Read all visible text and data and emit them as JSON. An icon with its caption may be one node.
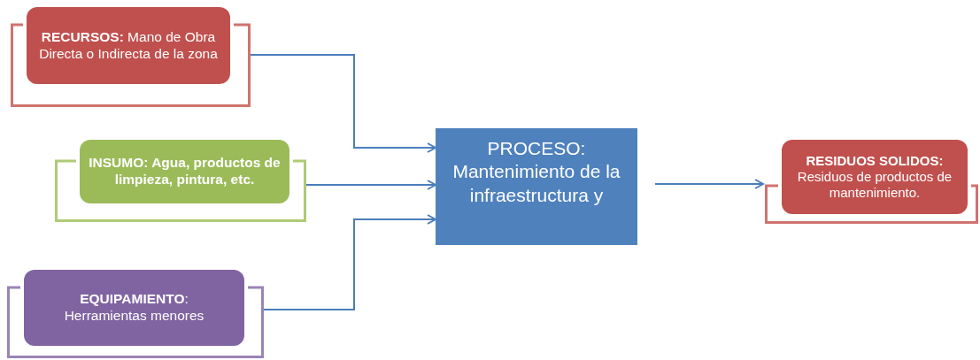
{
  "diagram": {
    "nodes": [
      {
        "text": [
          "**RECURSOS:** Mano de Obra Directa o Indirecta de la zona"
        ]
      },
      {
        "text": [
          "INSUMO: Agua, productos de limpieza, pintura, etc."
        ]
      },
      {
        "text": [
          "**EQUIPAMIENTO**:",
          "Herramientas menores"
        ]
      },
      {
        "text": [
          "PROCESO: Mantenimiento de la infraestructura y"
        ]
      },
      {
        "text": [
          "**RESIDUOS SOLIDOS:**",
          "Residuos de productos de mantenimiento."
        ]
      }
    ],
    "edges": [
      {
        "from": 0,
        "to": 3,
        "arrow": "to"
      },
      {
        "from": 1,
        "to": 3,
        "arrow": "to"
      },
      {
        "from": 2,
        "to": 3,
        "arrow": "to"
      },
      {
        "from": 3,
        "to": 4,
        "arrow": "to"
      }
    ]
  }
}
